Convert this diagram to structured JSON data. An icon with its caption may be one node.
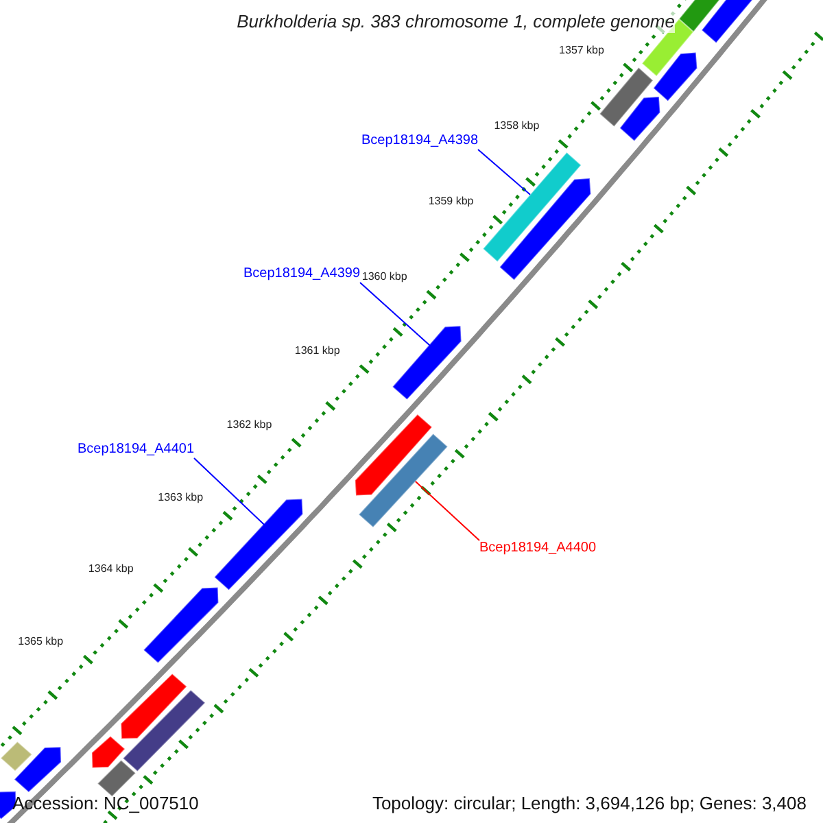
{
  "diagram": {
    "title": "Burkholderia sp. 383 chromosome 1, complete genome",
    "nodes": [
      {
        "text": [],
        "shape": "bar"
      },
      {
        "text": [],
        "shape": "bar"
      },
      {
        "text": [],
        "shape": "bar"
      },
      {
        "text": [],
        "shape": "bar"
      },
      {
        "text": [],
        "shape": "bar"
      },
      {
        "text": [],
        "shape": "bar"
      },
      {
        "text": [
          "Bcep18194_A4398"
        ]
      },
      {
        "text": [],
        "shape": "bar"
      },
      {
        "text": [],
        "shape": "bar"
      },
      {
        "text": [
          "Bcep18194_A4399"
        ]
      },
      {
        "text": [],
        "shape": "bar"
      },
      {
        "text": [],
        "shape": "bar"
      },
      {
        "text": [],
        "shape": "bar"
      },
      {
        "text": [
          "Bcep18194_A4401"
        ]
      },
      {
        "text": [],
        "shape": "bar"
      },
      {
        "text": [
          "Bcep18194_A4400"
        ]
      },
      {
        "text": [],
        "shape": "bar"
      },
      {
        "text": [],
        "shape": "bar"
      },
      {
        "text": [],
        "shape": "bar"
      },
      {
        "text": [],
        "shape": "bar"
      },
      {
        "text": [],
        "shape": "bar"
      },
      {
        "text": [],
        "shape": "bar"
      },
      {
        "text": [],
        "shape": "bar"
      },
      {
        "text": [],
        "shape": "bar"
      }
    ],
    "edges": [
      {
        "from": 6,
        "to": 7,
        "arrow": "none"
      },
      {
        "from": 9,
        "to": 10,
        "arrow": "none"
      },
      {
        "from": 13,
        "to": 14,
        "arrow": "none"
      },
      {
        "from": 15,
        "to": 12,
        "arrow": "none",
        "color": "#ff0000"
      }
    ],
    "labels": [
      "1357 kbp",
      "1358 kbp",
      "1359 kbp",
      "1360 kbp",
      "1361 kbp",
      "1362 kbp",
      "1363 kbp",
      "1364 kbp",
      "1365 kbp",
      "Accession: NC_007510",
      "Topology: circular; Length: 3,694,126 bp; Genes: 3,408"
    ]
  }
}
